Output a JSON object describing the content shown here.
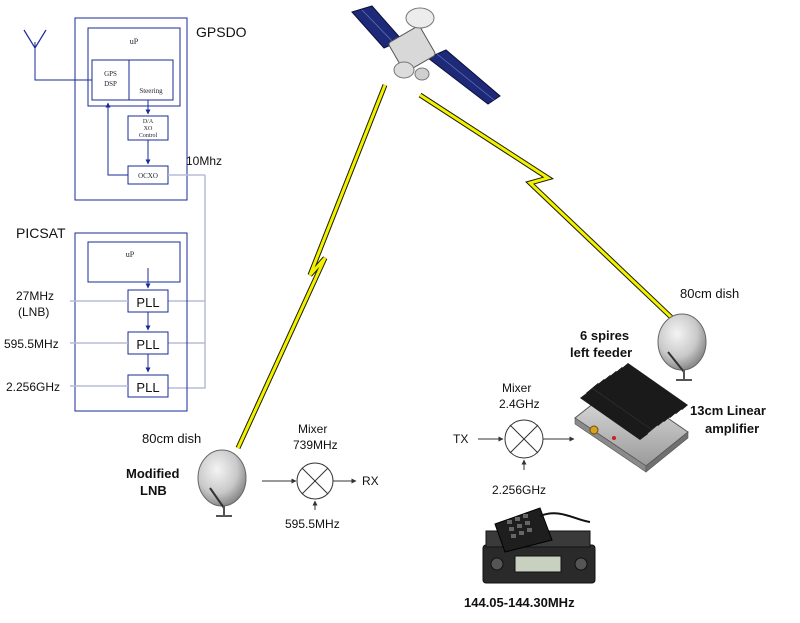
{
  "gpsdo": {
    "title": "GPSDO",
    "up": "uP",
    "gps_line1": "GPS",
    "gps_line2": "DSP",
    "steering": "Steering",
    "da_line1": "D/A",
    "da_line2": "XO",
    "da_line3": "Control",
    "ocxo": "OCXO",
    "ref_out": "10Mhz"
  },
  "picsat": {
    "title": "PICSAT",
    "up": "uP",
    "pll_label": "PLL",
    "freqs": [
      {
        "line1": "27MHz",
        "line2": "(LNB)"
      },
      {
        "line1": "595.5MHz"
      },
      {
        "line1": "2.256GHz"
      }
    ]
  },
  "rx": {
    "dish_label": "80cm dish",
    "modified_line1": "Modified",
    "modified_line2": "LNB",
    "mixer_line1": "Mixer",
    "mixer_line2": "739MHz",
    "lo": "595.5MHz",
    "output": "RX"
  },
  "tx": {
    "dish_label": "80cm dish",
    "feeder_line1": "6 spires",
    "feeder_line2": "left feeder",
    "mixer_line1": "Mixer",
    "mixer_line2": "2.4GHz",
    "input": "TX",
    "lo": "2.256GHz",
    "amp_line1": "13cm Linear",
    "amp_line2": "amplifier",
    "radio_freq": "144.05-144.30MHz"
  },
  "colors": {
    "link": "#f2f200",
    "box_line": "#1a2a9a",
    "signal_line": "#b8bcd8"
  }
}
